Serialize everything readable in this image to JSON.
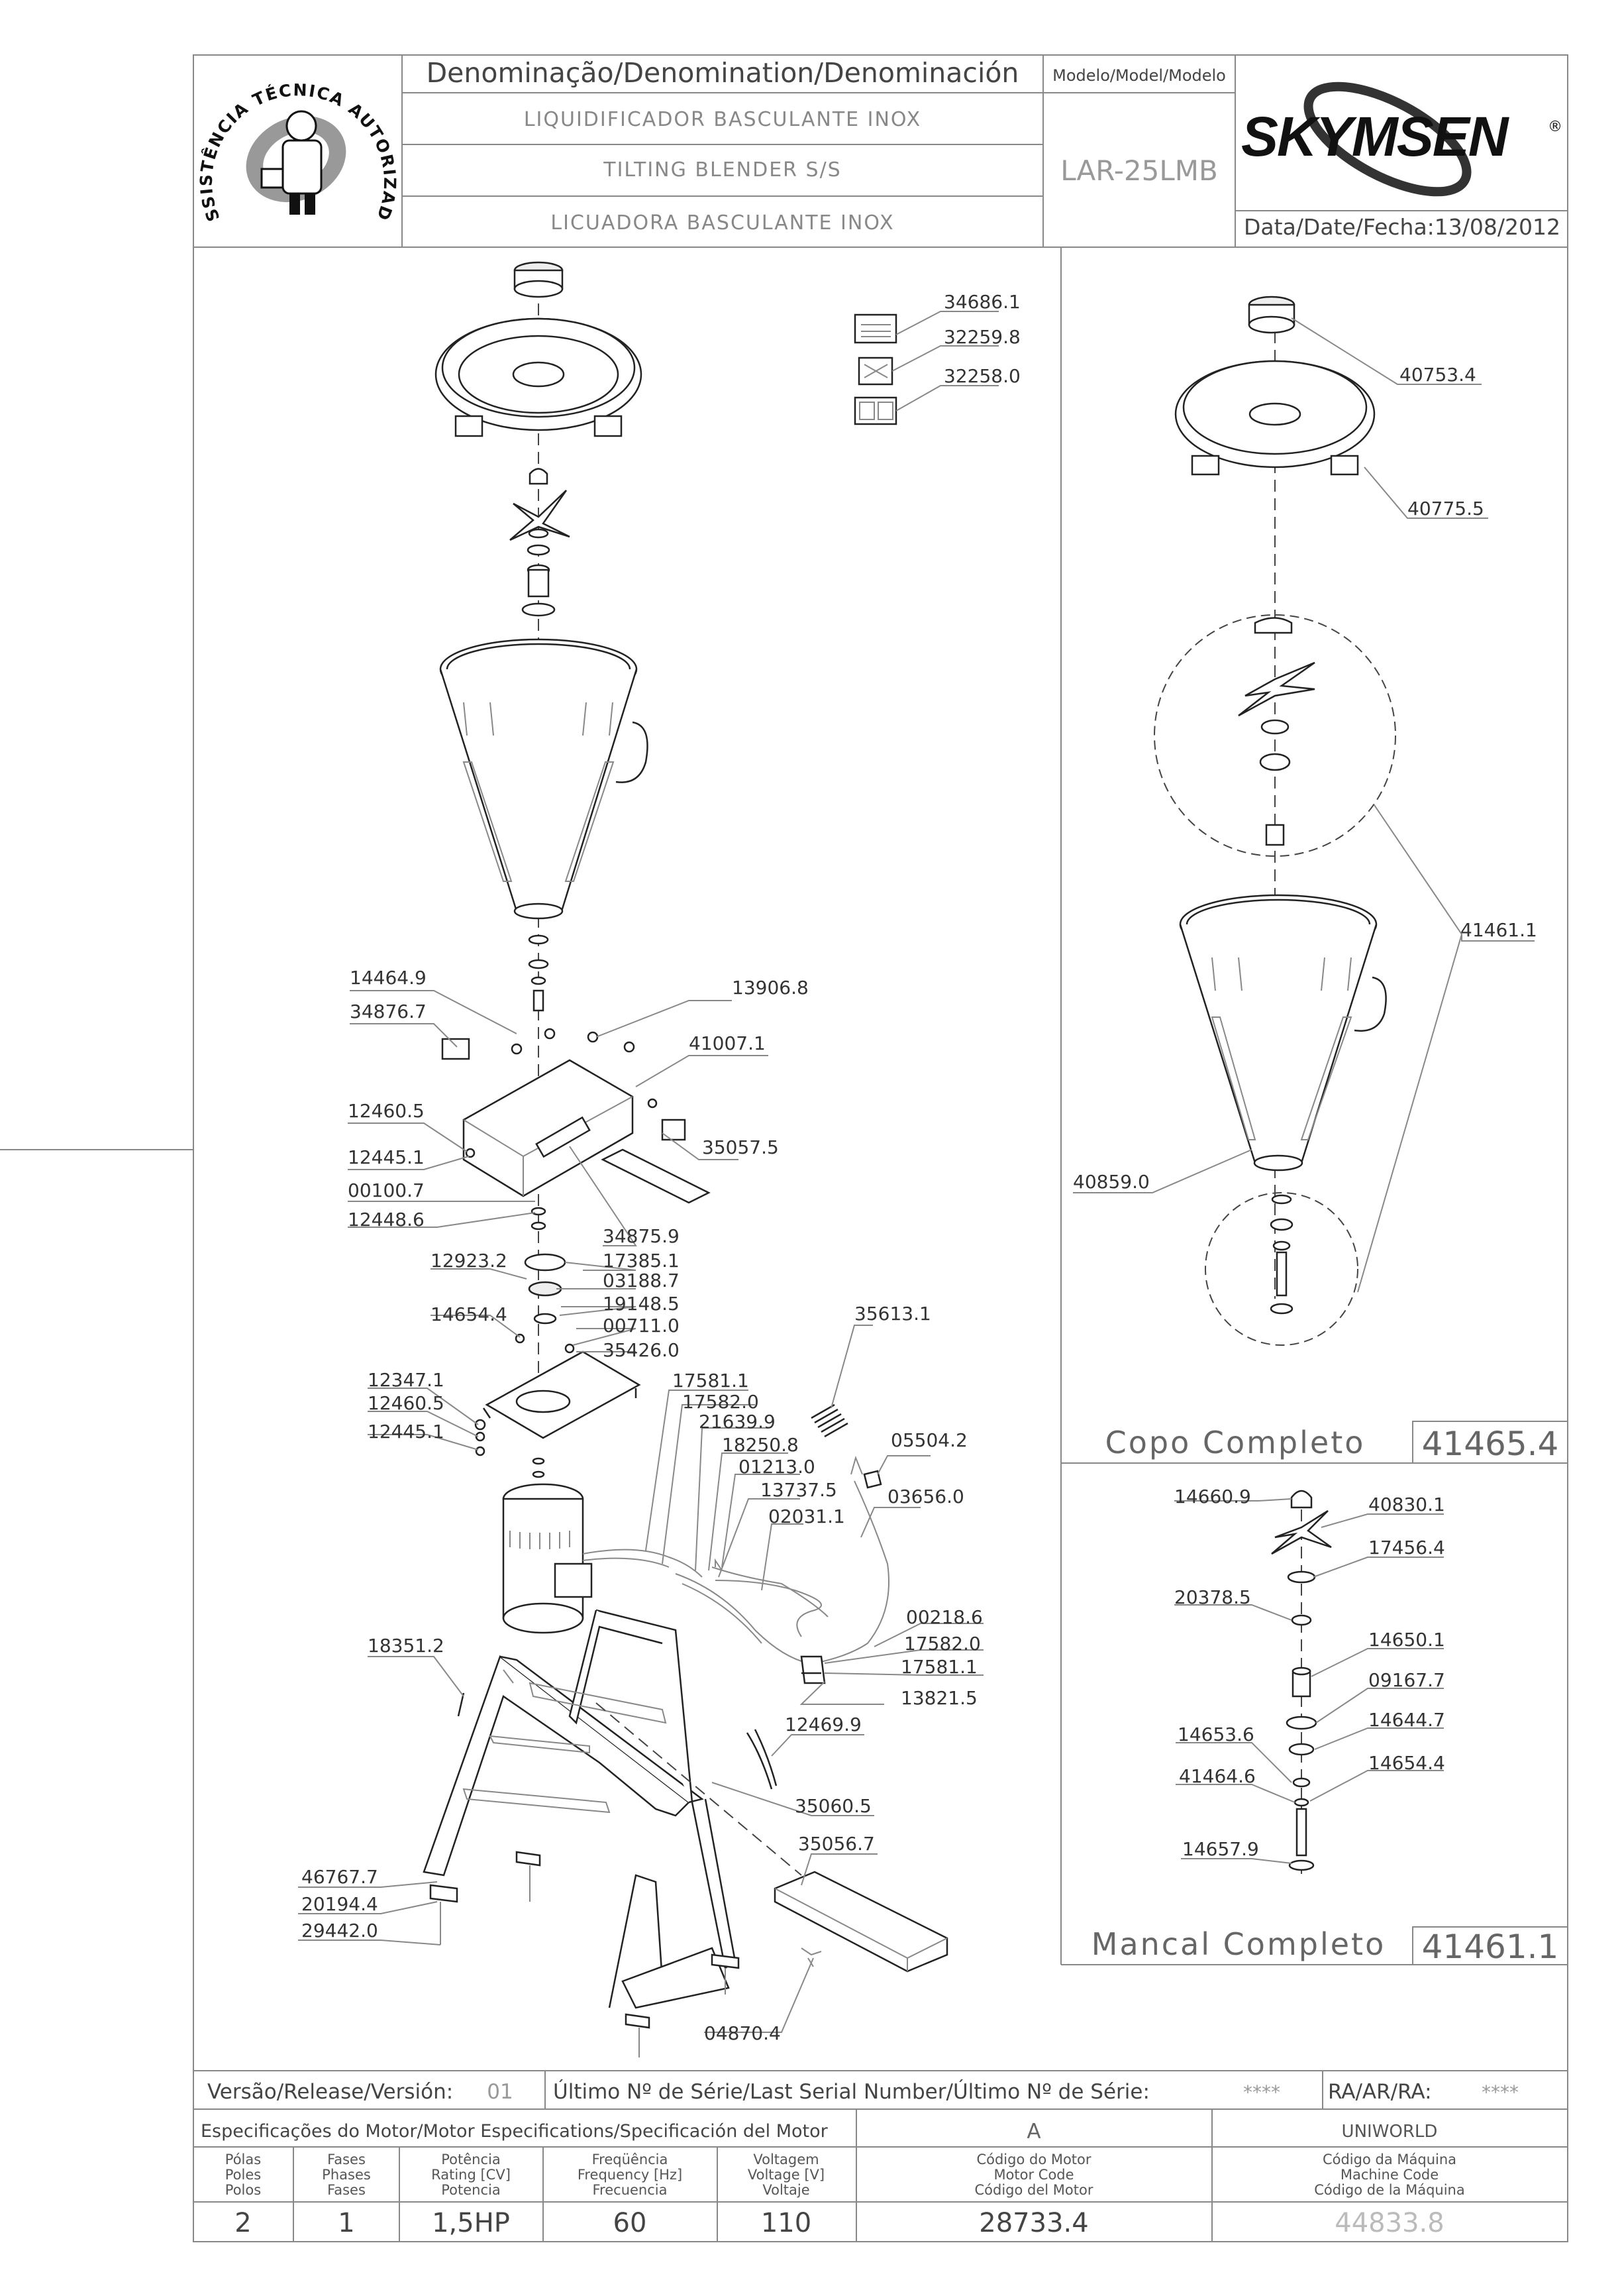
{
  "header": {
    "denomination_title": "Denominação/Denomination/Denominación",
    "model_title": "Modelo/Model/Modelo",
    "name_pt": "LIQUIDIFICADOR BASCULANTE INOX",
    "name_en": "TILTING BLENDER S/S",
    "name_es": "LICUADORA BASCULANTE INOX",
    "model": "LAR-25LMB",
    "brand": "SKYMSEN",
    "brand_mark": "®",
    "date_label": "Data/Date/Fecha:",
    "date": "13/08/2012",
    "seal_text": "ASSISTÊNCIA TÉCNICA AUTORIZADA"
  },
  "main_parts": [
    "34686.1",
    "32259.8",
    "32258.0",
    "14464.9",
    "34876.7",
    "13906.8",
    "41007.1",
    "12460.5",
    "12445.1",
    "35057.5",
    "00100.7",
    "12448.6",
    "34875.9",
    "12923.2",
    "17385.1",
    "03188.7",
    "19148.5",
    "14654.4",
    "00711.0",
    "35426.0",
    "35613.1",
    "12347.1",
    "12460.5",
    "12445.1",
    "17581.1",
    "17582.0",
    "21639.9",
    "18250.8",
    "01213.0",
    "05504.2",
    "13737.5",
    "03656.0",
    "02031.1",
    "00218.6",
    "17582.0",
    "17581.1",
    "13821.5",
    "18351.2",
    "12469.9",
    "35060.5",
    "35056.7",
    "46767.7",
    "20194.4",
    "29442.0",
    "04870.4"
  ],
  "cup_assembly": {
    "title": "Copo Completo",
    "code": "41465.4",
    "parts": [
      "40753.4",
      "40775.5",
      "41461.1",
      "40859.0"
    ]
  },
  "bearing_assembly": {
    "title": "Mancal Completo",
    "code": "41461.1",
    "parts": [
      "14660.9",
      "40830.1",
      "17456.4",
      "20378.5",
      "14650.1",
      "09167.7",
      "14653.6",
      "14644.7",
      "41464.6",
      "14654.4",
      "14657.9"
    ]
  },
  "release": {
    "version_label": "Versão/Release/Versión:",
    "version": "01",
    "serial_label": "Último Nº de Série/Last Serial Number/Último Nº de Série:",
    "serial": "****",
    "ra_label": "RA/AR/RA:",
    "ra": "****"
  },
  "motor": {
    "title": "Especificações do Motor/Motor Especifications/Specificación del Motor",
    "variant": "A",
    "manufacturer": "UNIWORLD",
    "headers": [
      [
        "Pólas",
        "Poles",
        "Polos"
      ],
      [
        "Fases",
        "Phases",
        "Fases"
      ],
      [
        "Potência",
        "Rating [CV]",
        "Potencia"
      ],
      [
        "Freqüência",
        "Frequency [Hz]",
        "Frecuencia"
      ],
      [
        "Voltagem",
        "Voltage [V]",
        "Voltaje"
      ],
      [
        "Código do Motor",
        "Motor Code",
        "Código del Motor"
      ],
      [
        "Código da Máquina",
        "Machine Code",
        "Código de la Máquina"
      ]
    ],
    "values": [
      "2",
      "1",
      "1,5HP",
      "60",
      "110",
      "28733.4",
      "44833.8"
    ]
  },
  "colors": {
    "line": "#888888",
    "ink": "#222222",
    "text": "#555555"
  }
}
